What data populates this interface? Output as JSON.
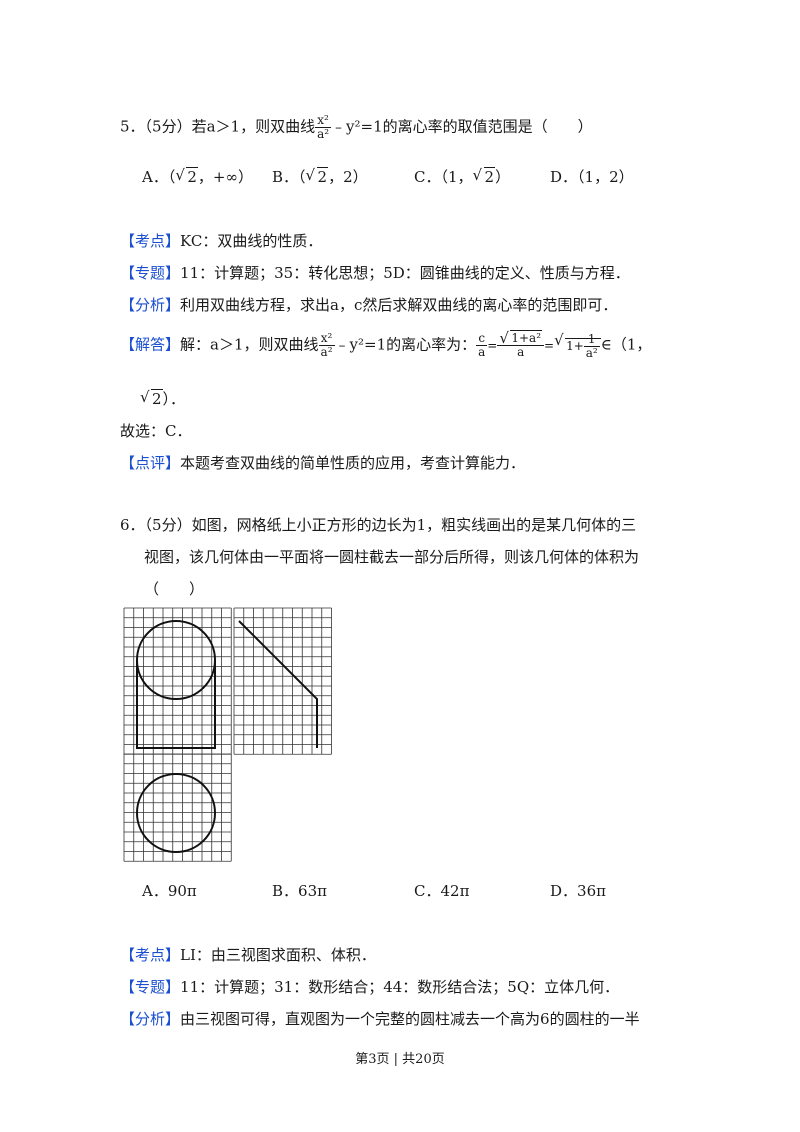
{
  "q5": {
    "stem_prefix": "5．（5分）若a＞1，则双曲线",
    "frac_num": "x²",
    "frac_den": "a²",
    "stem_suffix": "﹣y²=1的离心率的取值范围是（　　）",
    "options": {
      "a_label": "A．（",
      "a_rad": "2",
      "a_tail": "，+∞）",
      "b_label": "B．（",
      "b_rad": "2",
      "b_tail": "，2）",
      "c_label": "C．（1，",
      "c_rad": "2",
      "c_tail": "）",
      "d_label": "D．（1，2）"
    },
    "kaodian_tag": "考点",
    "kaodian_text": "KC：双曲线的性质．",
    "zhuanti_tag": "专题",
    "zhuanti_text": "11：计算题；35：转化思想；5D：圆锥曲线的定义、性质与方程．",
    "fenxi_tag": "分析",
    "fenxi_text": "利用双曲线方程，求出a，c然后求解双曲线的离心率的范围即可．",
    "jieda_tag": "解答",
    "jieda_prefix": "解：a＞1，则双曲线",
    "jieda_mid": "﹣y²=1的离心率为：",
    "jieda_c": "c",
    "jieda_a": "a",
    "jieda_eq1": "=",
    "jieda_rad1": "1+a²",
    "jieda_eq2": "=",
    "jieda_rad2_a": "1+",
    "jieda_frac_num": "1",
    "jieda_frac_den": "a²",
    "jieda_tail": "∈（1，",
    "jieda_line2_rad": "2",
    "jieda_line2_tail": "）．",
    "guxuan": "故选：C．",
    "dianping_tag": "点评",
    "dianping_text": "本题考查双曲线的简单性质的应用，考查计算能力．"
  },
  "q6": {
    "line1": "6．（5分）如图，网格纸上小正方形的边长为1，粗实线画出的是某几何体的三",
    "line2": "视图，该几何体由一平面将一圆柱截去一部分后所得，则该几何体的体积为",
    "line3": "（　　）",
    "options": [
      "A．90π",
      "B．63π",
      "C．42π",
      "D．36π"
    ],
    "kaodian_tag": "考点",
    "kaodian_text": "LI：由三视图求面积、体积．",
    "zhuanti_tag": "专题",
    "zhuanti_text": "11：计算题；31：数形结合；44：数形结合法；5Q：立体几何．",
    "fenxi_tag": "分析",
    "fenxi_text": "由三视图可得，直观图为一个完整的圆柱减去一个高为6的圆柱的一半"
  },
  "footer": {
    "text": "第3页 | 共20页"
  }
}
